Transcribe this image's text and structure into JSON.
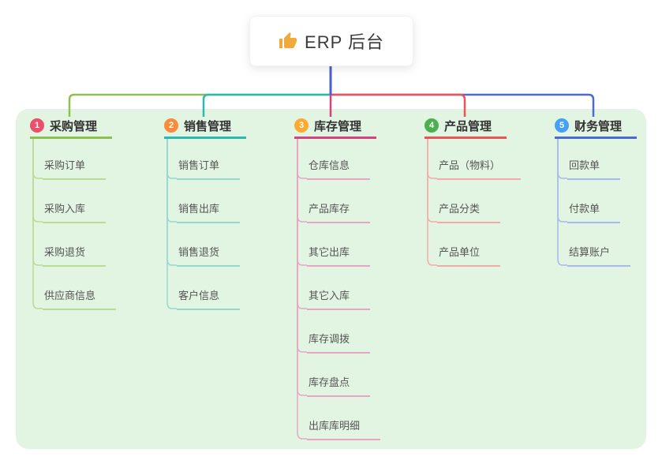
{
  "root": {
    "title": "ERP 后台",
    "icon": "thumbs-up"
  },
  "colors": {
    "stem": "#4a5ed2",
    "panel_bg": "#e2f4e2"
  },
  "branches": [
    {
      "num": "1",
      "title": "采购管理",
      "badge_color": "#e8506e",
      "line_color": "#8cc152",
      "light_color": "#b9dc94",
      "children": [
        "采购订单",
        "采购入库",
        "采购退货",
        "供应商信息"
      ]
    },
    {
      "num": "2",
      "title": "销售管理",
      "badge_color": "#fb8b3c",
      "line_color": "#2cb9b0",
      "light_color": "#96d8d0",
      "children": [
        "销售订单",
        "销售出库",
        "销售退货",
        "客户信息"
      ]
    },
    {
      "num": "3",
      "title": "库存管理",
      "badge_color": "#fbab32",
      "line_color": "#d4437f",
      "light_color": "#e8a6c4",
      "children": [
        "仓库信息",
        "产品库存",
        "其它出库",
        "其它入库",
        "库存调拨",
        "库存盘点",
        "出库库明细"
      ]
    },
    {
      "num": "4",
      "title": "产品管理",
      "badge_color": "#4cb050",
      "line_color": "#ea5455",
      "light_color": "#f3abaa",
      "children": [
        "产品（物料）",
        "产品分类",
        "产品单位"
      ]
    },
    {
      "num": "5",
      "title": "财务管理",
      "badge_color": "#46a1f2",
      "line_color": "#4a6bd6",
      "light_color": "#a8b9ec",
      "children": [
        "回款单",
        "付款单",
        "结算账户"
      ]
    }
  ]
}
